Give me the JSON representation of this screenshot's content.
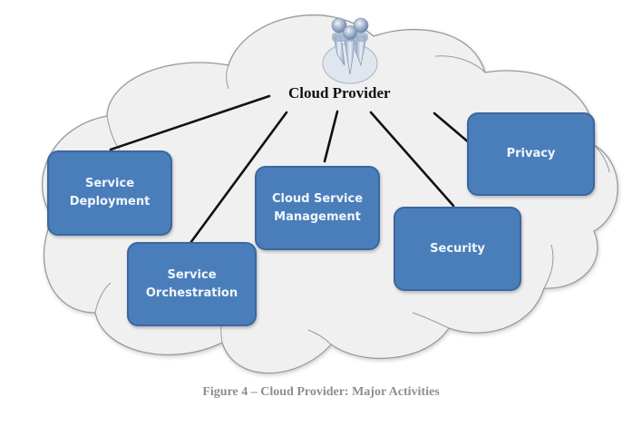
{
  "diagram": {
    "center": {
      "label": "Cloud Provider",
      "icon": "group-of-people-icon"
    },
    "activities": [
      {
        "id": "service-deployment",
        "lines": [
          "Service",
          "Deployment"
        ]
      },
      {
        "id": "service-orchestration",
        "lines": [
          "Service",
          "Orchestration"
        ]
      },
      {
        "id": "cloud-service-management",
        "lines": [
          "Cloud Service",
          "Management"
        ]
      },
      {
        "id": "security",
        "lines": [
          "Security"
        ]
      },
      {
        "id": "privacy",
        "lines": [
          "Privacy"
        ]
      }
    ],
    "edges": [
      {
        "from": "cloud-provider",
        "to": "service-deployment"
      },
      {
        "from": "cloud-provider",
        "to": "service-orchestration"
      },
      {
        "from": "cloud-provider",
        "to": "cloud-service-management"
      },
      {
        "from": "cloud-provider",
        "to": "security"
      },
      {
        "from": "cloud-provider",
        "to": "privacy"
      }
    ],
    "caption": "Figure 4 – Cloud Provider: Major Activities",
    "colors": {
      "box_fill": "#4a7ebb",
      "box_border": "#3a67a0",
      "box_text": "#f2f6fb",
      "cloud_fill": "#f0f0f0",
      "cloud_stroke": "#9a9a9a",
      "edge": "#111111",
      "caption": "#8e8e8e"
    }
  }
}
